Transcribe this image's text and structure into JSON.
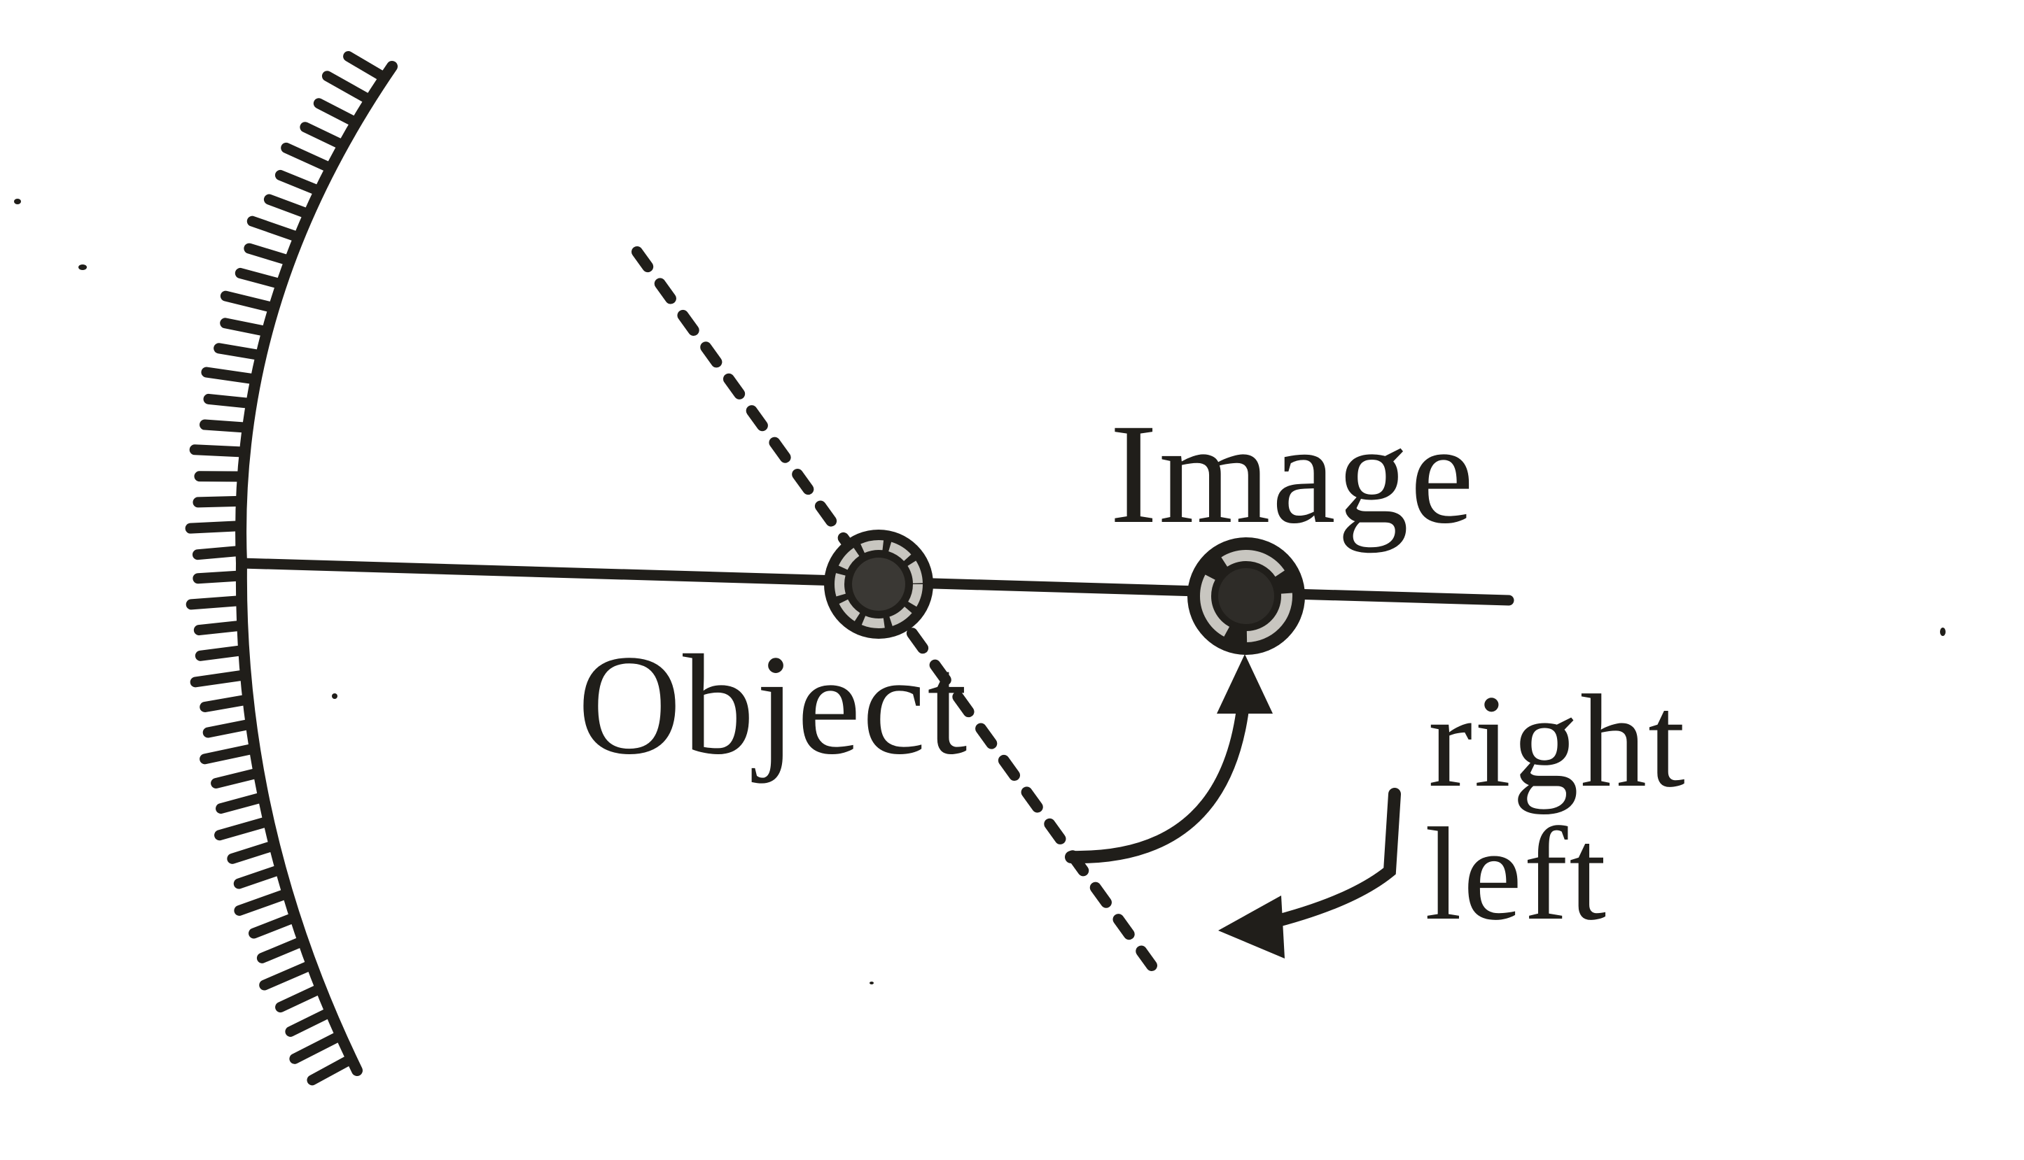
{
  "diagram": {
    "type": "optics-ray-diagram",
    "subject": "Concave mirror with object and image on principal axis",
    "labels": {
      "image": "Image",
      "object": "Object",
      "right": "right",
      "left": "left"
    },
    "elements": {
      "mirror": {
        "kind": "curved-mirror",
        "hatching_side": "back (left)"
      },
      "principal_axis": {
        "kind": "solid-line"
      },
      "object_marker": {
        "kind": "circle-pin",
        "label_ref": "object"
      },
      "image_marker": {
        "kind": "circle-pin",
        "label_ref": "image"
      },
      "dashed_line": {
        "kind": "dashed-line",
        "passes_through": "object"
      },
      "arrow_to_image": {
        "kind": "curved-arrow",
        "direction": "up toward image"
      },
      "arrow_left": {
        "kind": "curved-arrow",
        "direction": "down-left"
      }
    },
    "colors": {
      "ink": "#201e1a",
      "marker_ring": "#c8c6c0",
      "background": "#ffffff"
    }
  }
}
